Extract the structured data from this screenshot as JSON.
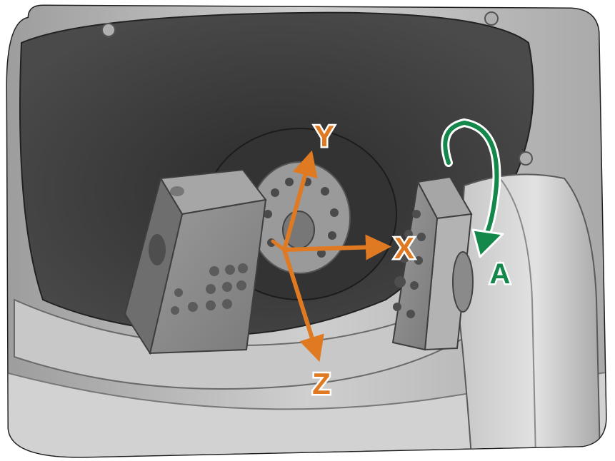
{
  "colors": {
    "axis_orange": "#E07A22",
    "rotation_green": "#13884A",
    "label_outline": "#FFFFFF",
    "frame_dark": "#3A3A3A",
    "housing_gray": "#B9B9B9",
    "cavity_dark": "#3E3E3E",
    "part_gray": "#8E8E8E"
  },
  "axes": {
    "y": {
      "label": "Y"
    },
    "x": {
      "label": "X"
    },
    "z": {
      "label": "Z"
    }
  },
  "rotation": {
    "label": "A"
  },
  "icons": [
    "rotation-arrow-icon",
    "axis-arrow-icon"
  ]
}
